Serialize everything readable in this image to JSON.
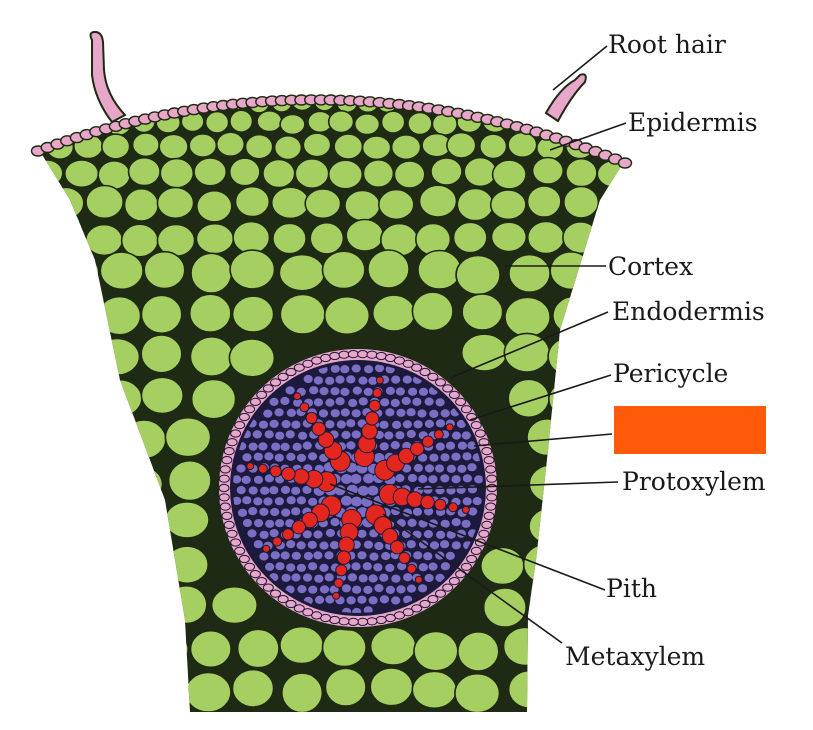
{
  "figure": {
    "labels": {
      "root_hair": "Root  hair",
      "epidermis": "Epidermis",
      "cortex": "Cortex",
      "endodermis": "Endodermis",
      "pericycle": "Pericycle",
      "protoxylem": "Protoxylem",
      "pith": "Pith",
      "metaxylem": "Metaxylem"
    },
    "masked_label": {
      "color": "#ff5a0a"
    },
    "colors": {
      "cortex_cell": "#a6cf62",
      "cortex_cell_edge": "#1e2a14",
      "epidermis": "#e8a6c8",
      "pericycle": "#e8a6c8",
      "stele": "#7a6fc4",
      "stele_dark": "#1c1a3c",
      "xylem": "#e3261e",
      "leader_line": "#1a1a1a"
    },
    "xylem_arms": 8
  }
}
